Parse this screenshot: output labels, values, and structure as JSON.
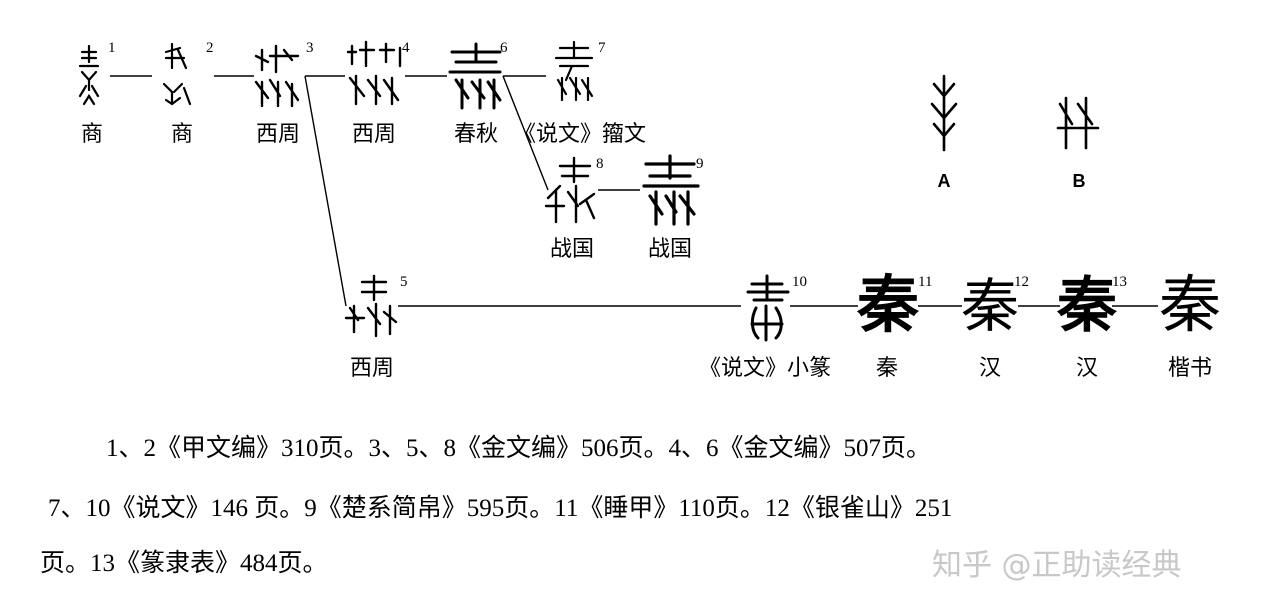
{
  "nodes": [
    {
      "num": "1",
      "period": "商"
    },
    {
      "num": "2",
      "period": "商"
    },
    {
      "num": "3",
      "period": "西周"
    },
    {
      "num": "4",
      "period": "西周"
    },
    {
      "num": "6",
      "period": "春秋"
    },
    {
      "num": "7",
      "period": "《说文》籀文"
    },
    {
      "num": "8",
      "period": "战国"
    },
    {
      "num": "9",
      "period": "战国"
    },
    {
      "num": "5",
      "period": "西周"
    },
    {
      "num": "10",
      "period": "《说文》小篆"
    },
    {
      "num": "11",
      "period": "秦"
    },
    {
      "num": "12",
      "period": "汉"
    },
    {
      "num": "13",
      "period": "汉"
    },
    {
      "num": "",
      "period": "楷书"
    }
  ],
  "final_char": "秦",
  "components": [
    {
      "label": "A"
    },
    {
      "label": "B"
    }
  ],
  "sources": [
    "1、2《甲文编》310页。3、5、8《金文编》506页。4、6《金文编》507页。",
    "7、10《说文》146 页。9《楚系简帛》595页。11《睡甲》110页。12《银雀山》251",
    "页。13《篆隶表》484页。"
  ],
  "watermark": "知乎 @正助读经典"
}
